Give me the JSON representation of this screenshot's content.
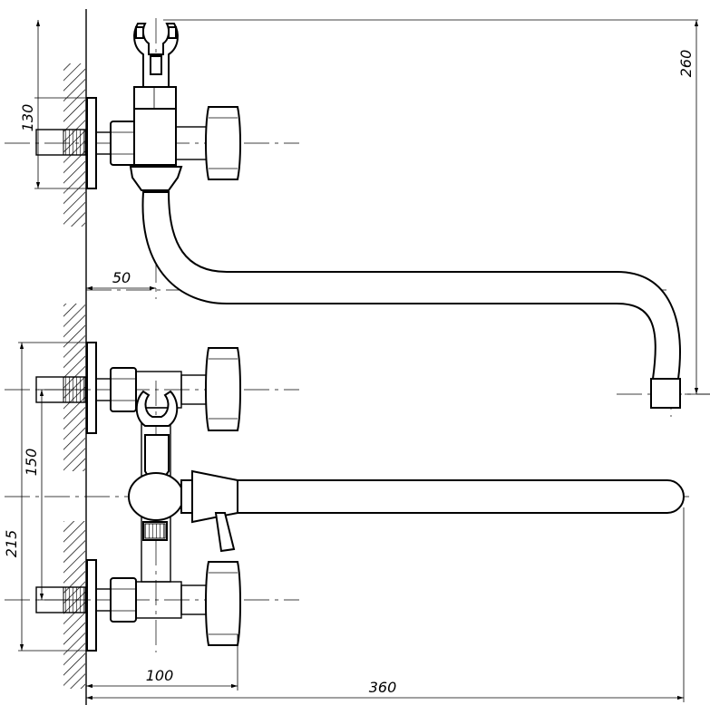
{
  "dimensions": {
    "top_height": "130",
    "overall_height": "260",
    "offset": "50",
    "spacing": "150",
    "lower_height": "215",
    "body_width": "100",
    "spout_reach": "360"
  }
}
